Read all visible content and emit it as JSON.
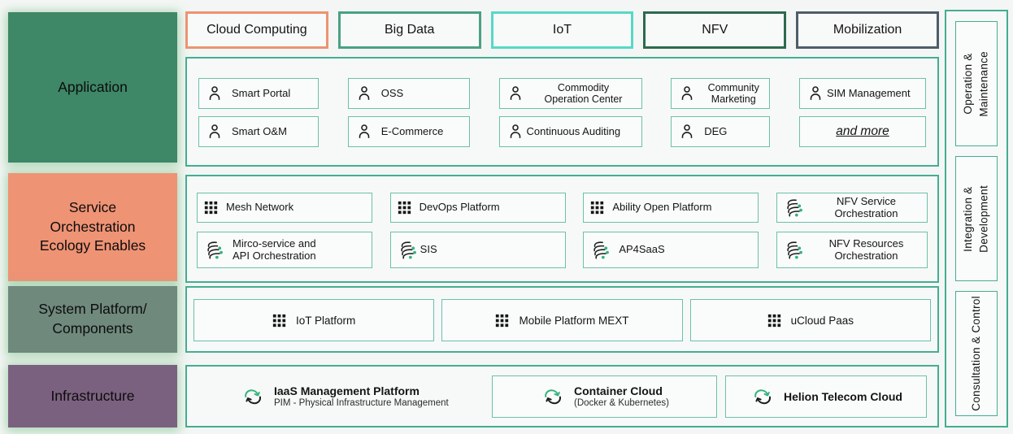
{
  "left_sections": [
    {
      "label": "Application",
      "bg": "#3e8767"
    },
    {
      "label": "Service\nOrchestration\nEcology Enables",
      "bg": "#ef9375"
    },
    {
      "label": "System Platform/\nComponents",
      "bg": "#6f897d"
    },
    {
      "label": "Infrastructure",
      "bg": "#7b6180"
    }
  ],
  "tabs": [
    {
      "label": "Cloud Computing",
      "border_color": "#ed9372"
    },
    {
      "label": "Big Data",
      "border_color": "#49a185"
    },
    {
      "label": "IoT",
      "border_color": "#56d9c6"
    },
    {
      "label": "NFV",
      "border_color": "#2d6a4e"
    },
    {
      "label": "Mobilization",
      "border_color": "#4e5d6a"
    }
  ],
  "application": {
    "columns": [
      {
        "items": [
          {
            "icon": "person-icon",
            "label": "Smart Portal"
          },
          {
            "icon": "person-icon",
            "label": "Smart O&M"
          }
        ]
      },
      {
        "items": [
          {
            "icon": "person-icon",
            "label": "OSS"
          },
          {
            "icon": "person-icon",
            "label": "E-Commerce"
          }
        ]
      },
      {
        "items": [
          {
            "icon": "person-icon",
            "label": "Commodity\nOperation Center"
          },
          {
            "icon": "person-icon",
            "label": "Continuous Auditing"
          }
        ]
      },
      {
        "items": [
          {
            "icon": "person-icon",
            "label": "Community\nMarketing"
          },
          {
            "icon": "person-icon",
            "label": "DEG"
          }
        ]
      },
      {
        "items": [
          {
            "icon": "person-icon",
            "label": "SIM Management"
          },
          {
            "icon": "none",
            "label": "and more"
          }
        ]
      }
    ]
  },
  "service": {
    "columns": [
      {
        "items": [
          {
            "icon": "grid-icon",
            "label": "Mesh Network"
          },
          {
            "icon": "orchestration-icon",
            "label": "Mirco-service and\nAPI Orchestration"
          }
        ]
      },
      {
        "items": [
          {
            "icon": "grid-icon",
            "label": "DevOps Platform"
          },
          {
            "icon": "orchestration-icon",
            "label": "SIS"
          }
        ]
      },
      {
        "items": [
          {
            "icon": "grid-icon",
            "label": "Ability Open Platform"
          },
          {
            "icon": "orchestration-icon",
            "label": "AP4SaaS"
          }
        ]
      },
      {
        "items": [
          {
            "icon": "orchestration-icon",
            "label": "NFV Service\nOrchestration"
          },
          {
            "icon": "orchestration-icon",
            "label": "NFV Resources\nOrchestration"
          }
        ]
      }
    ]
  },
  "system": {
    "items": [
      {
        "icon": "grid-icon",
        "label": "IoT Platform"
      },
      {
        "icon": "grid-icon",
        "label": "Mobile Platform MEXT"
      },
      {
        "icon": "grid-icon",
        "label": "uCloud Paas"
      }
    ]
  },
  "infrastructure": {
    "items": [
      {
        "icon": "cloud-sync-icon",
        "title": "IaaS Management Platform",
        "subtitle": "PIM - Physical Infrastructure Management"
      },
      {
        "icon": "cloud-sync-icon",
        "title": "Container Cloud",
        "subtitle": "(Docker & Kubernetes)"
      },
      {
        "icon": "cloud-sync-icon",
        "title": "Helion Telecom Cloud"
      }
    ]
  },
  "right_sections": [
    {
      "label": "Operation &\nMaintenance"
    },
    {
      "label": "Integration &\nDevelopment"
    },
    {
      "label": "Consultation & Control"
    }
  ],
  "colors": {
    "page_bg": "#f3f6f4",
    "panel_border": "#45ad92",
    "item_border": "#6cc0aa",
    "green_dot_accent": "#35b37e"
  }
}
